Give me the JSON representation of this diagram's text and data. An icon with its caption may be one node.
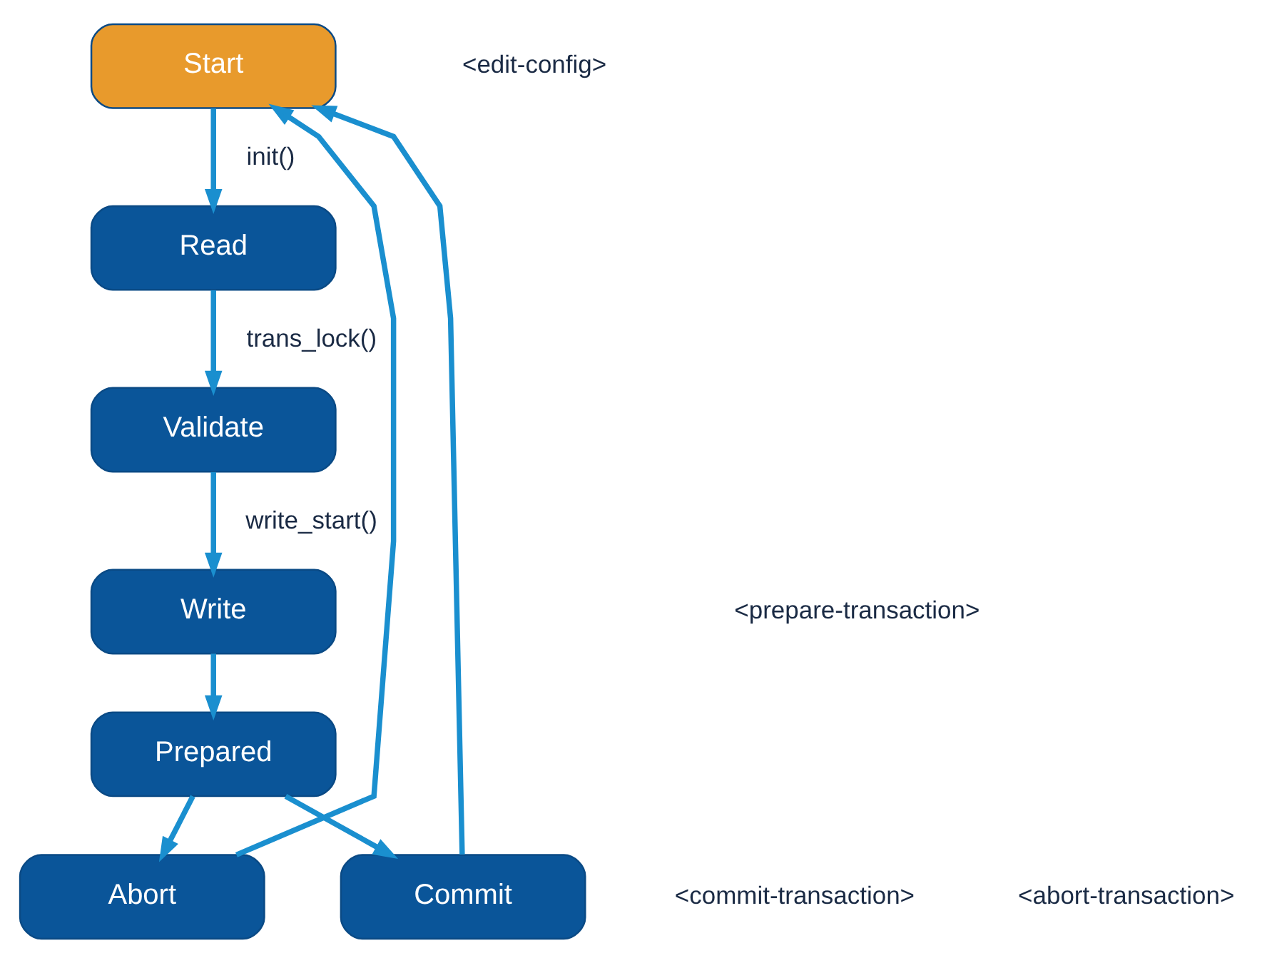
{
  "diagram": {
    "nodes": [
      {
        "text": [
          "Start"
        ]
      },
      {
        "text": [
          "Read"
        ]
      },
      {
        "text": [
          "Validate"
        ]
      },
      {
        "text": [
          "Write"
        ]
      },
      {
        "text": [
          "Prepared"
        ]
      },
      {
        "text": [
          "Abort"
        ]
      },
      {
        "text": [
          "Commit"
        ]
      }
    ],
    "edges": [
      {
        "from": 0,
        "to": 1,
        "arrow": "to",
        "label": "init()"
      },
      {
        "from": 1,
        "to": 2,
        "arrow": "to",
        "label": "trans_lock()"
      },
      {
        "from": 2,
        "to": 3,
        "arrow": "to",
        "label": "write_start()"
      },
      {
        "from": 3,
        "to": 4,
        "arrow": "to"
      },
      {
        "from": 4,
        "to": 5,
        "arrow": "to"
      },
      {
        "from": 4,
        "to": 6,
        "arrow": "to"
      },
      {
        "from": 5,
        "to": 0,
        "arrow": "to"
      },
      {
        "from": 6,
        "to": 0,
        "arrow": "to"
      }
    ],
    "labels": [
      "<edit-config>",
      "<prepare-transaction>",
      "<commit-transaction>",
      "<abort-transaction>"
    ]
  }
}
